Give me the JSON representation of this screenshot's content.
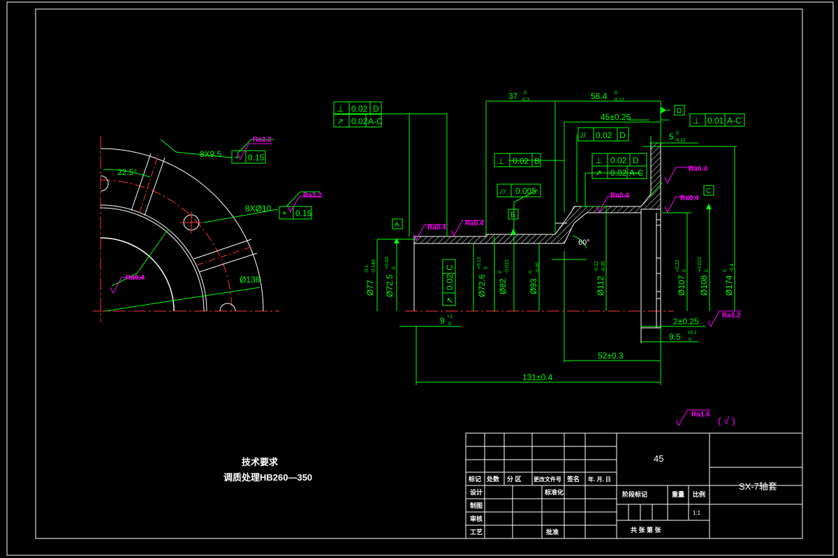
{
  "colors": {
    "background": "#000000",
    "outline": "#ffffff",
    "dimension": "#00ff00",
    "roughness": "#ff00ff",
    "centerline": "#ff0000"
  },
  "quarter_view": {
    "hole_pattern_a": "8X9.5",
    "position_tol_a": "0.15",
    "hole_pattern_b": "8XØ10",
    "position_tol_b": "0.15",
    "angle": "22.5°",
    "pcd": "Ø136",
    "ra_a": "Ra3.2",
    "ra_b": "Ra3.2",
    "ra_c": "Ra0.4"
  },
  "section_view": {
    "fcf_top_1_sym": "⊥",
    "fcf_top_1_val": "0.02",
    "fcf_top_1_ref": "D",
    "fcf_top_2_sym": "↗",
    "fcf_top_2_val": "0.02",
    "fcf_top_2_ref": "A-C",
    "fcf_right_sym": "⊥",
    "fcf_right_val": "0.01",
    "fcf_right_ref": "A-C",
    "fcf_par_sym": "//",
    "fcf_par_val": "0.02",
    "fcf_par_ref": "D",
    "fcf_perp_b_val": "0.02",
    "fcf_perp_b_ref": "B",
    "fcf_cyl_val": "0.005",
    "fcf_mid_1_val": "0.02",
    "fcf_mid_1_ref": "D",
    "fcf_mid_2_val": "0.02",
    "fcf_mid_2_ref": "A-C",
    "fcf_vert_val": "0.02",
    "fcf_vert_ref": "C",
    "datum_a": "A",
    "datum_b": "B",
    "datum_c": "C",
    "datum_d": "D",
    "dim_37": "37",
    "dim_37_tol_up": "0",
    "dim_37_tol_lo": "-0.3",
    "dim_56": "56.4",
    "dim_56_tol_up": "0",
    "dim_56_tol_lo": "-0.12",
    "dim_45": "45±0.25",
    "dim_5": "5",
    "dim_5_tol_up": "0",
    "dim_5_tol_lo": "-0.12",
    "angle_60": "60°",
    "dia_77": "Ø77",
    "dia_77_tol_up": "-0.1",
    "dia_77_tol_lo": "-0.146",
    "dia_72_5": "Ø72.5",
    "dia_72_5_tol_up": "+0.03",
    "dia_72_5_tol_lo": "0",
    "dia_72_6": "Ø72.6",
    "dia_72_6_tol_up": "+0.12",
    "dia_72_6_tol_lo": "0",
    "dia_82": "Ø82",
    "dia_82_tol_up": "0",
    "dia_82_tol_lo": "-0.015",
    "dia_93": "Ø93",
    "dia_93_tol_up": "0",
    "dia_93_tol_lo": "-0.35",
    "dia_112": "Ø112",
    "dia_112_tol_up": "-0.12",
    "dia_112_tol_lo": "-0.35",
    "dia_107": "Ø107",
    "dia_107_tol_up": "+0.22",
    "dia_107_tol_lo": "0",
    "dia_108": "Ø108",
    "dia_108_tol_up": "+0.022",
    "dia_108_tol_lo": "0",
    "dia_174": "Ø174",
    "dia_174_tol_up": "0",
    "dia_174_tol_lo": "-0.4",
    "dim_9": "9",
    "dim_9_tol_up": "+1",
    "dim_9_tol_lo": "0",
    "dim_2": "2±0.25",
    "dim_9_5": "9.5",
    "dim_9_5_tol_up": "+0.1",
    "dim_9_5_tol_lo": "0",
    "dim_52": "52±0.3",
    "dim_131": "131±0.4",
    "ra_1": "Ra0.4",
    "ra_2": "Ra0.4",
    "ra_3": "Ra0.4",
    "ra_4": "Ra0.4",
    "ra_5": "Ra0.4",
    "ra_6": "Ra3.2",
    "ra_general": "Ra1.6",
    "ra_general_rest": "( √ )"
  },
  "notes": {
    "title": "技术要求",
    "line1": "调质处理HB260—350"
  },
  "title_block": {
    "material": "45",
    "drawing_name": "SX-7轴套",
    "mark": "标记",
    "count": "处数",
    "zone": "分 区",
    "change_doc": "更改文件号",
    "signature": "签名",
    "date": "年. 月. 日",
    "design": "设计",
    "standard": "标准化",
    "drafting": "制图",
    "review": "审核",
    "process": "工艺",
    "approve": "批准",
    "stage_mark": "阶段标记",
    "weight": "重量",
    "scale": "比例",
    "scale_value": "1:1",
    "sheets": "共   张   第   张"
  }
}
